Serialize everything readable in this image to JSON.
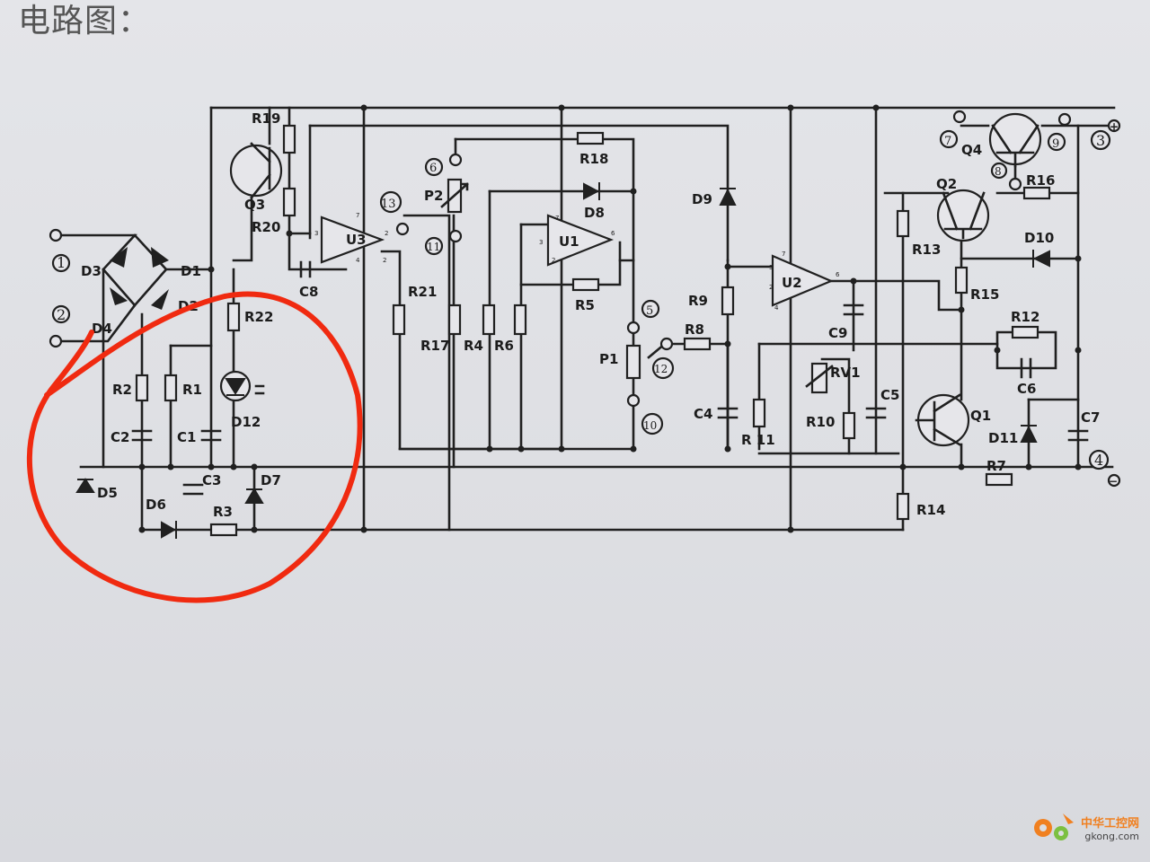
{
  "heading": "电路图：",
  "components": {
    "R19": "R19",
    "R20": "R20",
    "R21": "R21",
    "R22": "R22",
    "R17": "R17",
    "R18": "R18",
    "R4": "R4",
    "R5": "R5",
    "R6": "R6",
    "R8": "R8",
    "R9": "R9",
    "R11": "R 11",
    "R10": "R10",
    "R12": "R12",
    "R13": "R13",
    "R14": "R14",
    "R15": "R15",
    "R16": "R16",
    "R1": "R1",
    "R2": "R2",
    "R3": "R3",
    "R7": "R7",
    "RV1": "RV1",
    "P1": "P1",
    "P2": "P2",
    "C1": "C1",
    "C2": "C2",
    "C3": "C3",
    "C4": "C4",
    "C5": "C5",
    "C6": "C6",
    "C7": "C7",
    "C8": "C8",
    "C9": "C9",
    "D1": "D1",
    "D2": "D2",
    "D3": "D3",
    "D4": "D4",
    "D5": "D5",
    "D6": "D6",
    "D7": "D7",
    "D8": "D8",
    "D9": "D9",
    "D10": "D10",
    "D11": "D11",
    "D12": "D12",
    "Q1": "Q1",
    "Q2": "Q2",
    "Q3": "Q3",
    "Q4": "Q4",
    "U1": "U1",
    "U2": "U2",
    "U3": "U3"
  },
  "terminals": {
    "t1": "1",
    "t2": "2",
    "t3": "3",
    "t4": "4",
    "t5": "5",
    "t6": "6",
    "t7": "7",
    "t8": "8",
    "t9": "9",
    "t10": "10",
    "t11": "11",
    "t12": "12",
    "t13": "13"
  },
  "polarity": {
    "plus": "+",
    "minus": "−"
  },
  "watermark": {
    "cn": "中华工控网",
    "url": "gkong.com"
  },
  "colors": {
    "ink": "#202020",
    "highlight_circle": "#f02a10",
    "paper": "#e2e3e7",
    "watermark": "#f08020"
  }
}
